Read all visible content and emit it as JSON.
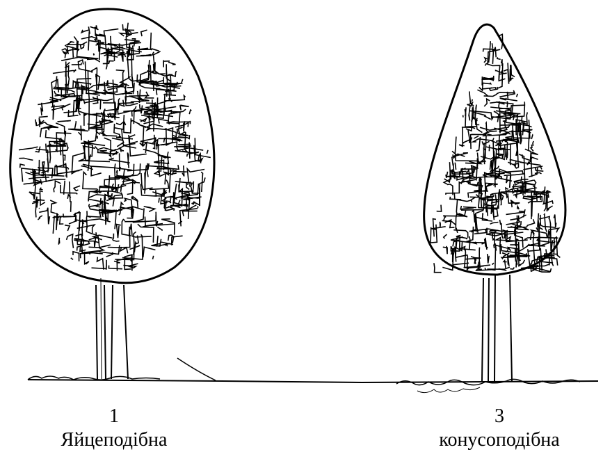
{
  "figures": [
    {
      "number": "1",
      "name": "Яйцеподібна",
      "crown_shape": "ovoid"
    },
    {
      "number": "3",
      "name": "конусоподібна",
      "crown_shape": "conical"
    }
  ],
  "colors": {
    "ink": "#000000",
    "background": "#ffffff"
  }
}
